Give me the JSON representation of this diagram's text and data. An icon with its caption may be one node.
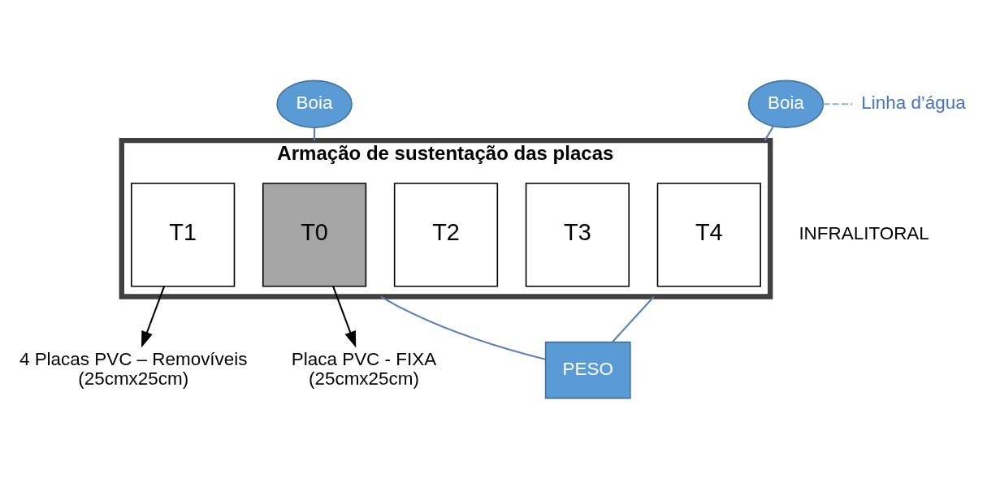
{
  "diagram": {
    "nodes": [
      {
        "text": [
          "Boia"
        ]
      },
      {
        "text": [
          "Boia"
        ]
      },
      {
        "text": [
          "Armação de sustentação das placas"
        ]
      },
      {
        "text": [
          "T0"
        ],
        "in": 2
      },
      {
        "text": [
          "T1"
        ],
        "in": 2
      },
      {
        "text": [
          "T2"
        ],
        "in": 2
      },
      {
        "text": [
          "T3"
        ],
        "in": 2
      },
      {
        "text": [
          "T4"
        ],
        "in": 2
      },
      {
        "text": [
          "Placa PVC - FIXA",
          "(25cmx25cm)"
        ]
      },
      {
        "text": [
          "4 Placas PVC – Removíveis",
          "(25cmx25cm)"
        ]
      },
      {
        "text": [
          "PESO"
        ]
      }
    ],
    "edges": [
      {
        "from": 0,
        "to": 2,
        "arrow": "none"
      },
      {
        "from": 1,
        "to": 2,
        "arrow": "none"
      },
      {
        "from": 3,
        "to": 8,
        "arrow": "to",
        "color": "#000000"
      },
      {
        "from": 4,
        "to": 9,
        "arrow": "to",
        "color": "#000000"
      },
      {
        "from": 2,
        "to": 10,
        "arrow": "none"
      },
      {
        "from": 2,
        "to": 10,
        "arrow": "none"
      }
    ],
    "labels": [
      "Linha d’água",
      "INFRALITORAL"
    ]
  }
}
